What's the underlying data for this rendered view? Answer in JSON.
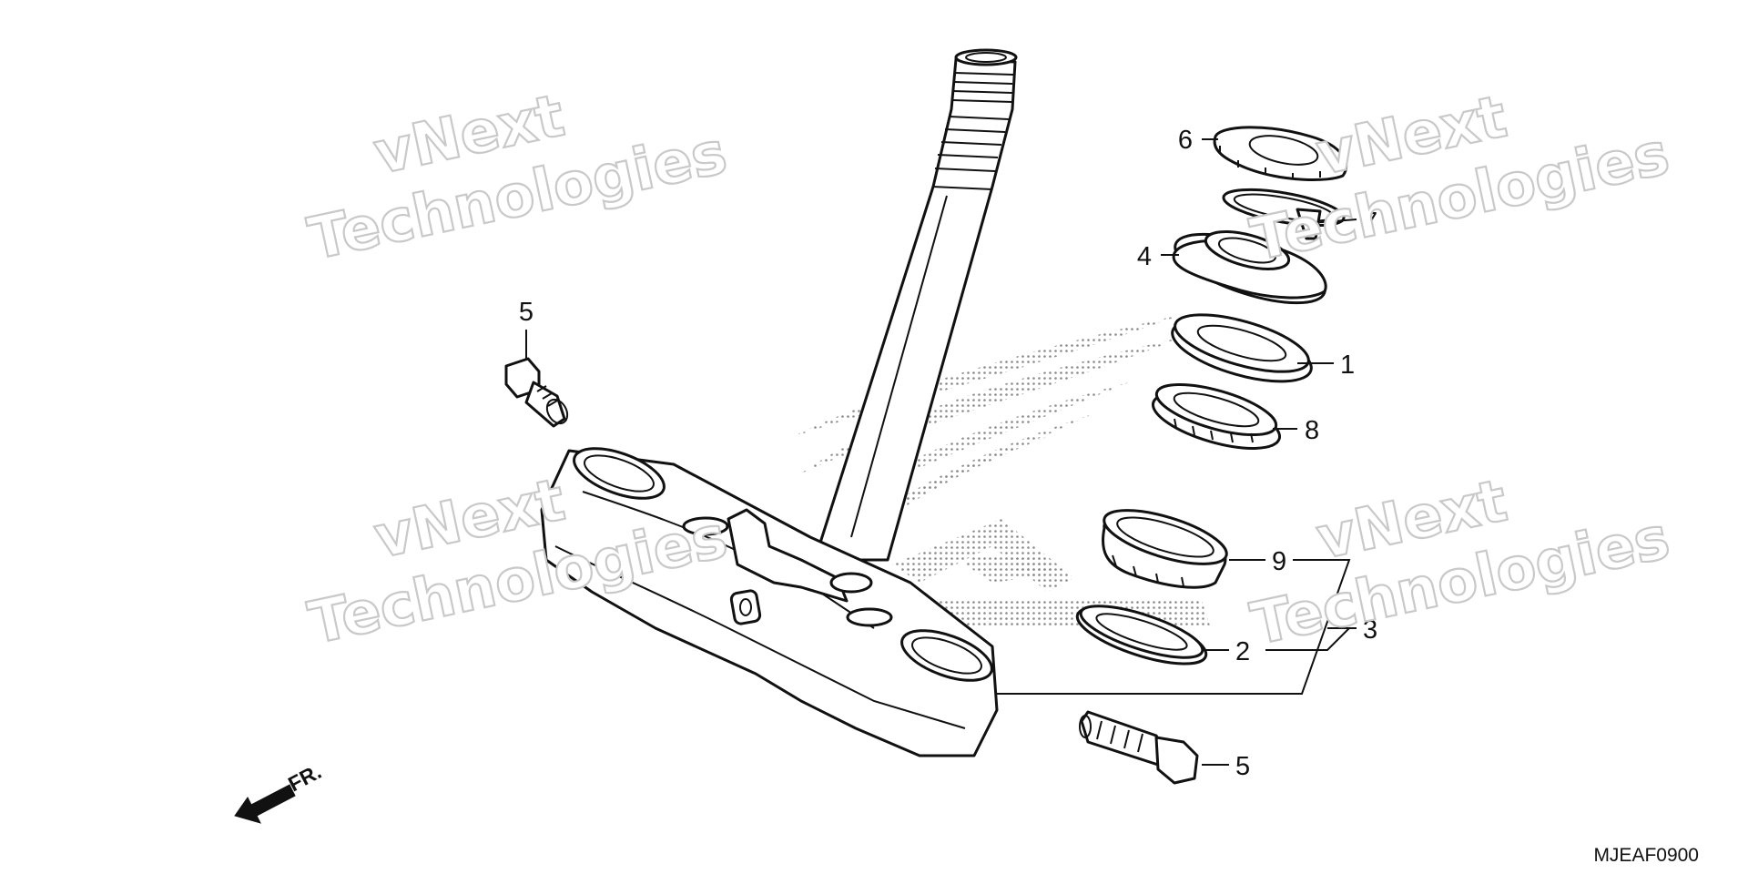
{
  "diagram": {
    "code": "MJEAF0900",
    "front_arrow_label": "FR.",
    "watermark": {
      "line1": "vNext",
      "line2": "Technologies"
    },
    "callouts": {
      "c1": "1",
      "c2": "2",
      "c3": "3",
      "c4": "4",
      "c5_bolt_left": "5",
      "c5_bolt_right": "5",
      "c6": "6",
      "c7": "7",
      "c8": "8",
      "c9": "9"
    }
  }
}
